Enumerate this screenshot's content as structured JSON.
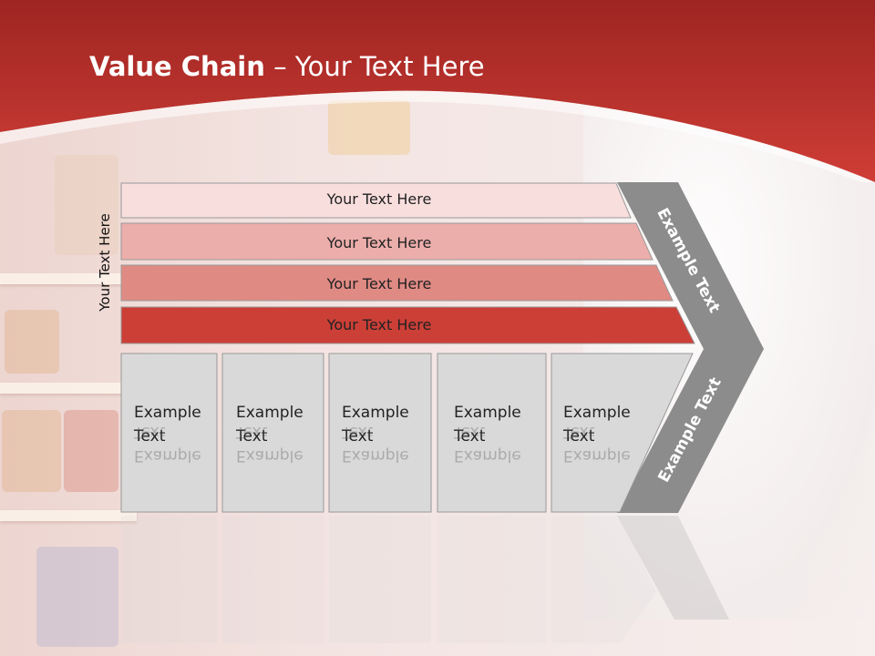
{
  "slide": {
    "title_bold": "Value Chain",
    "title_rest": " – Your Text Here"
  },
  "side_label": "Your Text Here",
  "bands": [
    {
      "label": "Your Text Here",
      "color": "#f8dedd"
    },
    {
      "label": "Your Text Here",
      "color": "#ecaeab"
    },
    {
      "label": "Your Text Here",
      "color": "#e08a84"
    },
    {
      "label": "Your Text Here",
      "color": "#cc3f37"
    }
  ],
  "boxes": [
    {
      "line1": "Example",
      "line2": "Text"
    },
    {
      "line1": "Example",
      "line2": "Text"
    },
    {
      "line1": "Example",
      "line2": "Text"
    },
    {
      "line1": "Example",
      "line2": "Text"
    },
    {
      "line1": "Example",
      "line2": "Text"
    }
  ],
  "chevron": {
    "upper_label": "Example Text",
    "lower_label": "Example Text",
    "color": "#8c8c8c"
  },
  "colors": {
    "header_red": "#c8342f",
    "box_fill": "#d9d9d9"
  }
}
